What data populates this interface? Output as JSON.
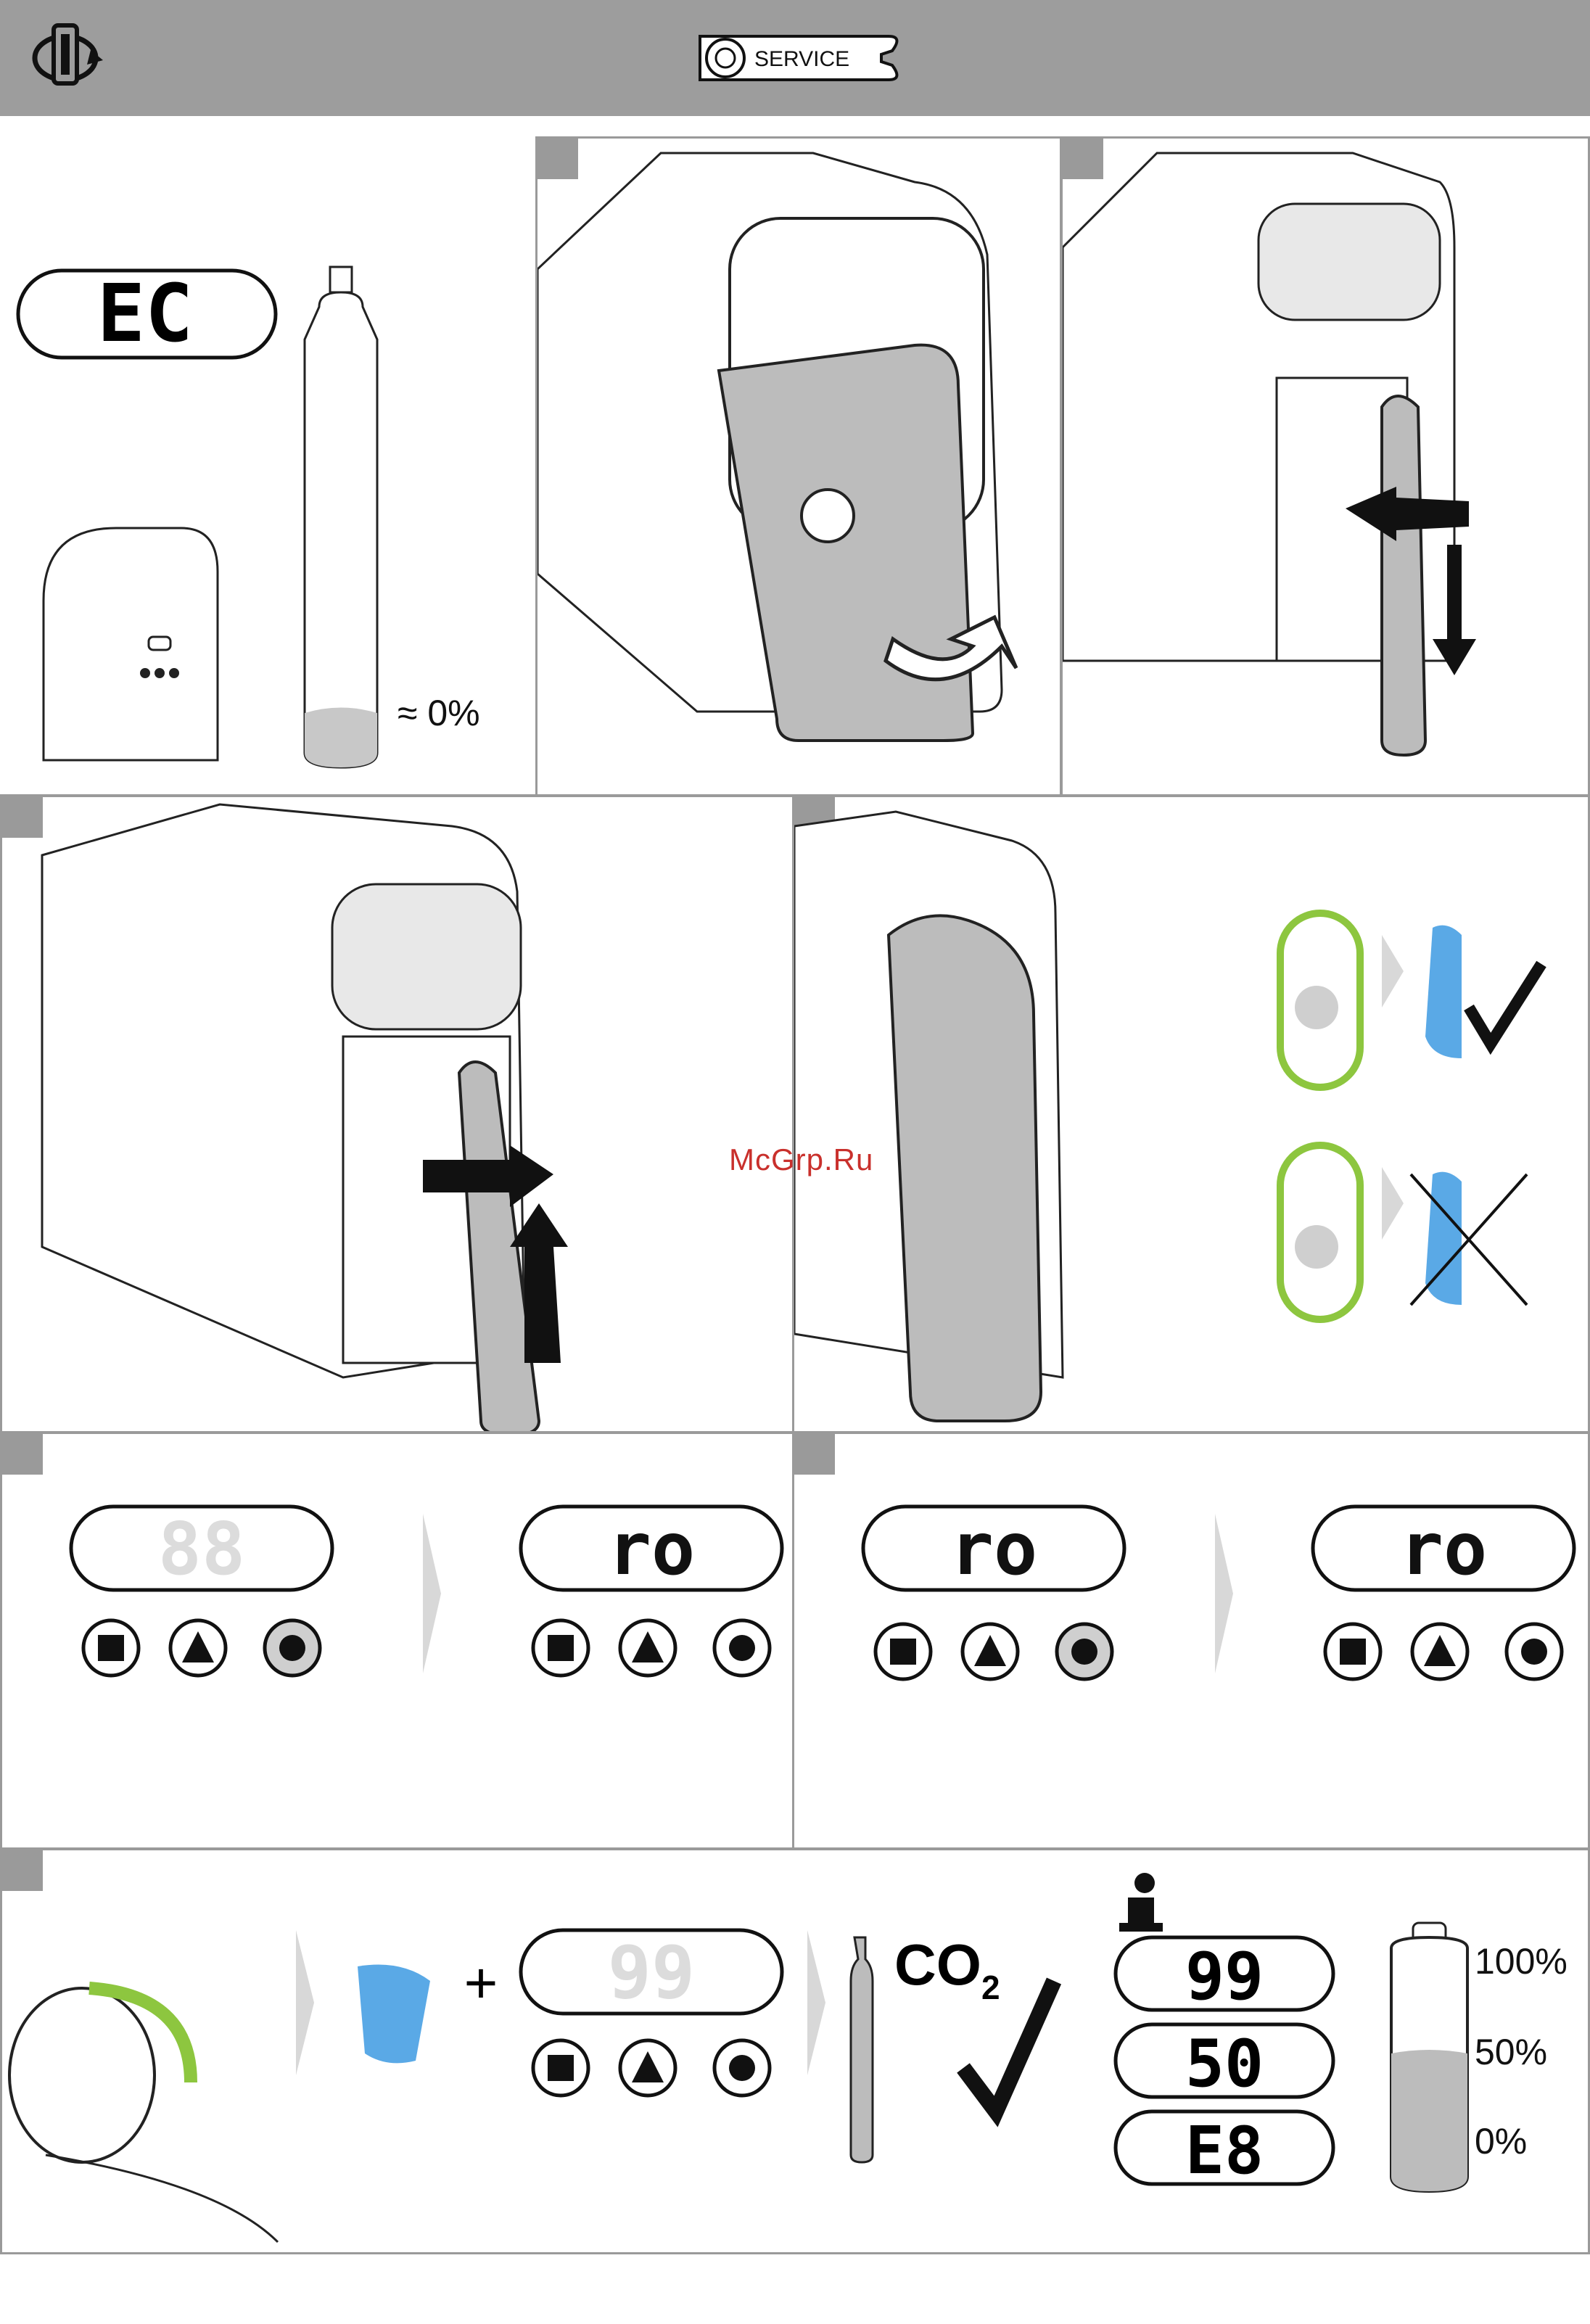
{
  "header": {
    "service_label": "SERVICE",
    "settings_icon": "rotate-tool-icon",
    "service_icon": "gear-wrench-icon"
  },
  "watermark": "McGrp.Ru",
  "panel1": {
    "display_code": "EC",
    "fill_level": "≈ 0%"
  },
  "panel7": {
    "display_before": "88",
    "display_after": "ro"
  },
  "panel8": {
    "display_before": "ro",
    "display_after": "ro"
  },
  "panel9": {
    "plus": "+",
    "display_code": "99",
    "co2_main": "CO",
    "co2_sub": "2",
    "info_icon": "info-icon",
    "levels": [
      {
        "code": "99",
        "label": "100%"
      },
      {
        "code": "50",
        "label": "50%"
      },
      {
        "code": "E8",
        "label": "0%"
      }
    ]
  },
  "colors": {
    "header": "#9d9d9d",
    "accent_green": "#8dc63f",
    "water_blue": "#5aa9e6",
    "panel_gray": "#bcbcbc"
  }
}
